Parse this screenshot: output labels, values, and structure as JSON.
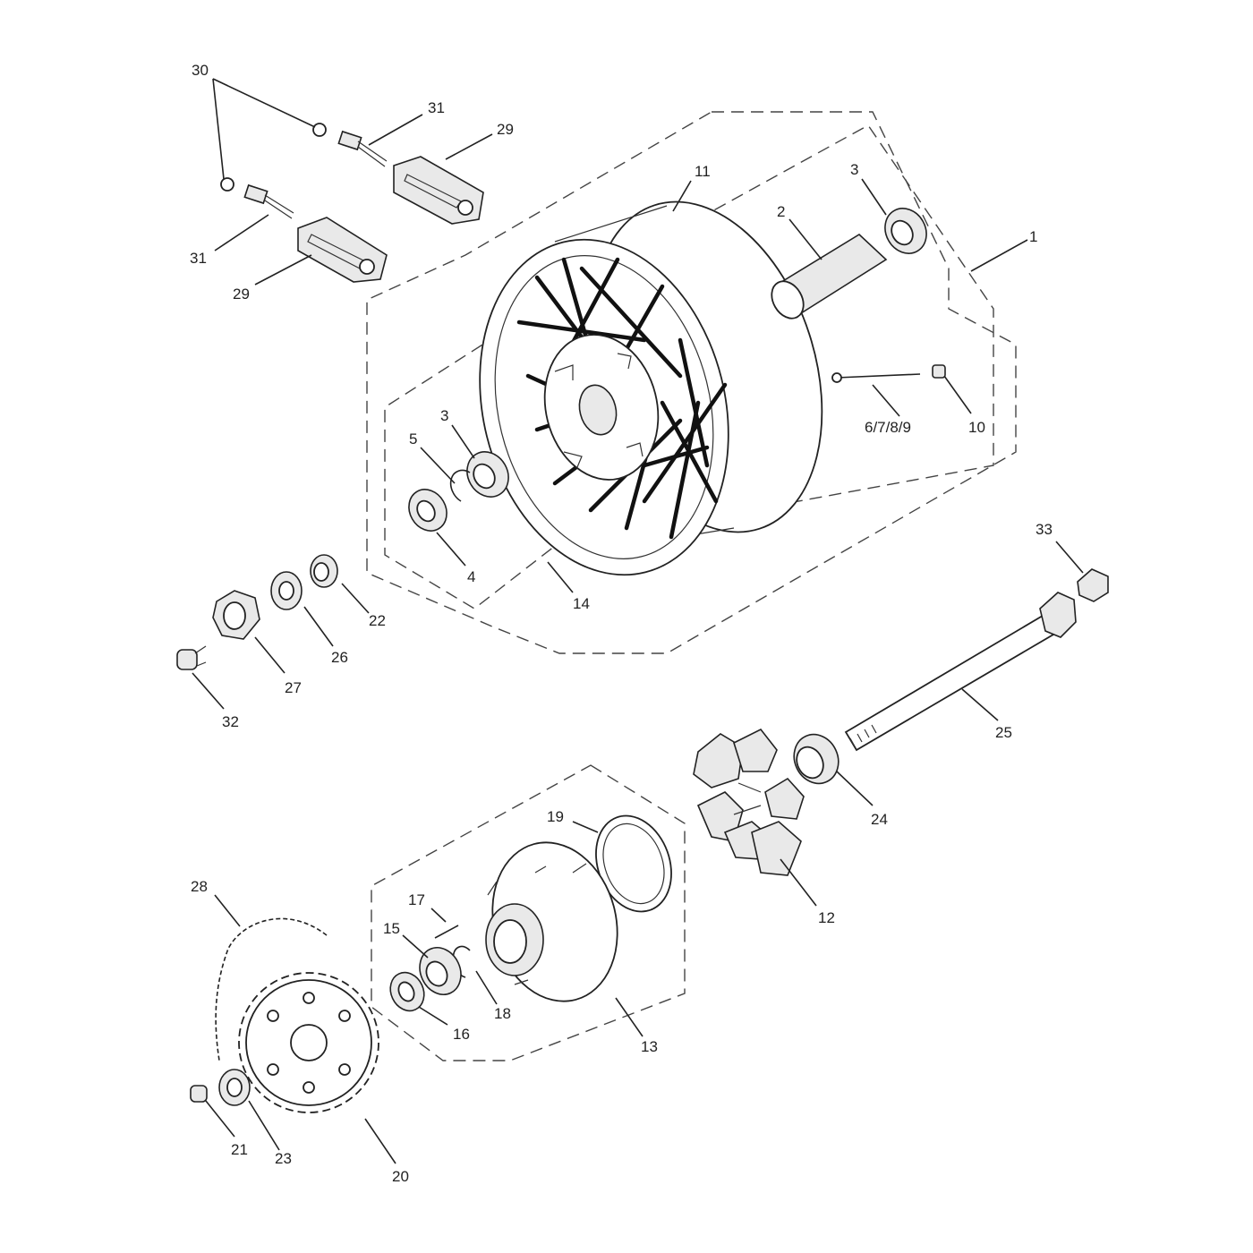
{
  "callouts": [
    {
      "id": "c1",
      "text": "1"
    },
    {
      "id": "c2",
      "text": "2"
    },
    {
      "id": "c3a",
      "text": "3"
    },
    {
      "id": "c3b",
      "text": "3"
    },
    {
      "id": "c4",
      "text": "4"
    },
    {
      "id": "c5",
      "text": "5"
    },
    {
      "id": "c6789",
      "text": "6/7/8/9"
    },
    {
      "id": "c10",
      "text": "10"
    },
    {
      "id": "c11",
      "text": "11"
    },
    {
      "id": "c12",
      "text": "12"
    },
    {
      "id": "c13",
      "text": "13"
    },
    {
      "id": "c14",
      "text": "14"
    },
    {
      "id": "c15",
      "text": "15"
    },
    {
      "id": "c16",
      "text": "16"
    },
    {
      "id": "c17",
      "text": "17"
    },
    {
      "id": "c18",
      "text": "18"
    },
    {
      "id": "c19",
      "text": "19"
    },
    {
      "id": "c20",
      "text": "20"
    },
    {
      "id": "c21",
      "text": "21"
    },
    {
      "id": "c22",
      "text": "22"
    },
    {
      "id": "c23",
      "text": "23"
    },
    {
      "id": "c24",
      "text": "24"
    },
    {
      "id": "c25",
      "text": "25"
    },
    {
      "id": "c26",
      "text": "26"
    },
    {
      "id": "c27",
      "text": "27"
    },
    {
      "id": "c28",
      "text": "28"
    },
    {
      "id": "c29a",
      "text": "29"
    },
    {
      "id": "c29b",
      "text": "29"
    },
    {
      "id": "c30",
      "text": "30"
    },
    {
      "id": "c31a",
      "text": "31"
    },
    {
      "id": "c31b",
      "text": "31"
    },
    {
      "id": "c32",
      "text": "32"
    },
    {
      "id": "c33",
      "text": "33"
    }
  ]
}
